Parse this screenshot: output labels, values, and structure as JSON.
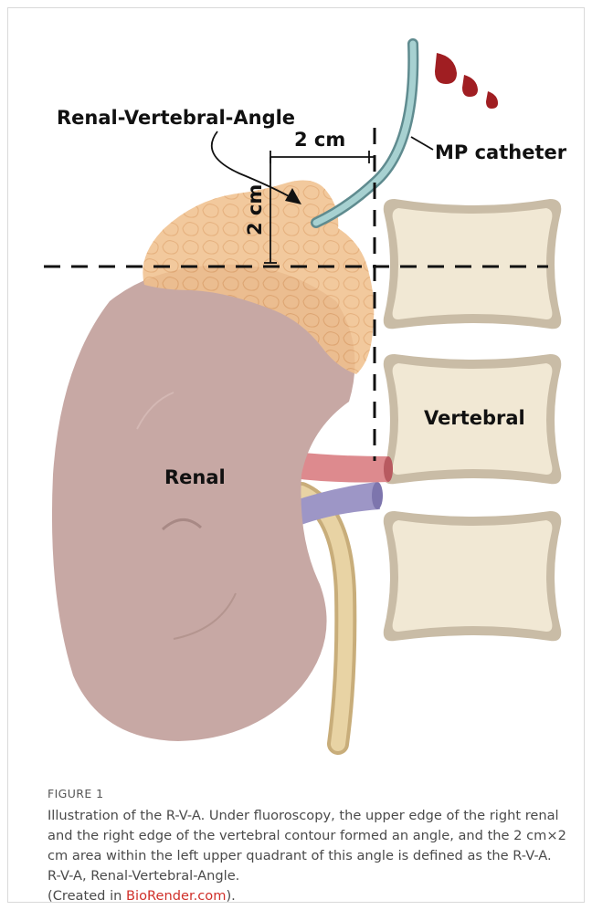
{
  "figure": {
    "labels": {
      "angle": "Renal-Vertebral-Angle",
      "horizontal_measure": "2 cm",
      "vertical_measure": "2 cm",
      "catheter": "MP catheter",
      "vertebral": "Vertebral",
      "renal": "Renal"
    }
  },
  "caption": {
    "label": "FIGURE 1",
    "text": "Illustration of the R-V-A. Under fluoroscopy, the upper edge of the right renal and the right edge of the vertebral contour formed an angle, and the 2 cm×2 cm area within the left upper quadrant of this angle is defined as the R-V-A. R-V-A, Renal-Vertebral-Angle.",
    "credit_prefix": "(Created in ",
    "credit_link": "BioRender.com",
    "credit_suffix": ")."
  }
}
